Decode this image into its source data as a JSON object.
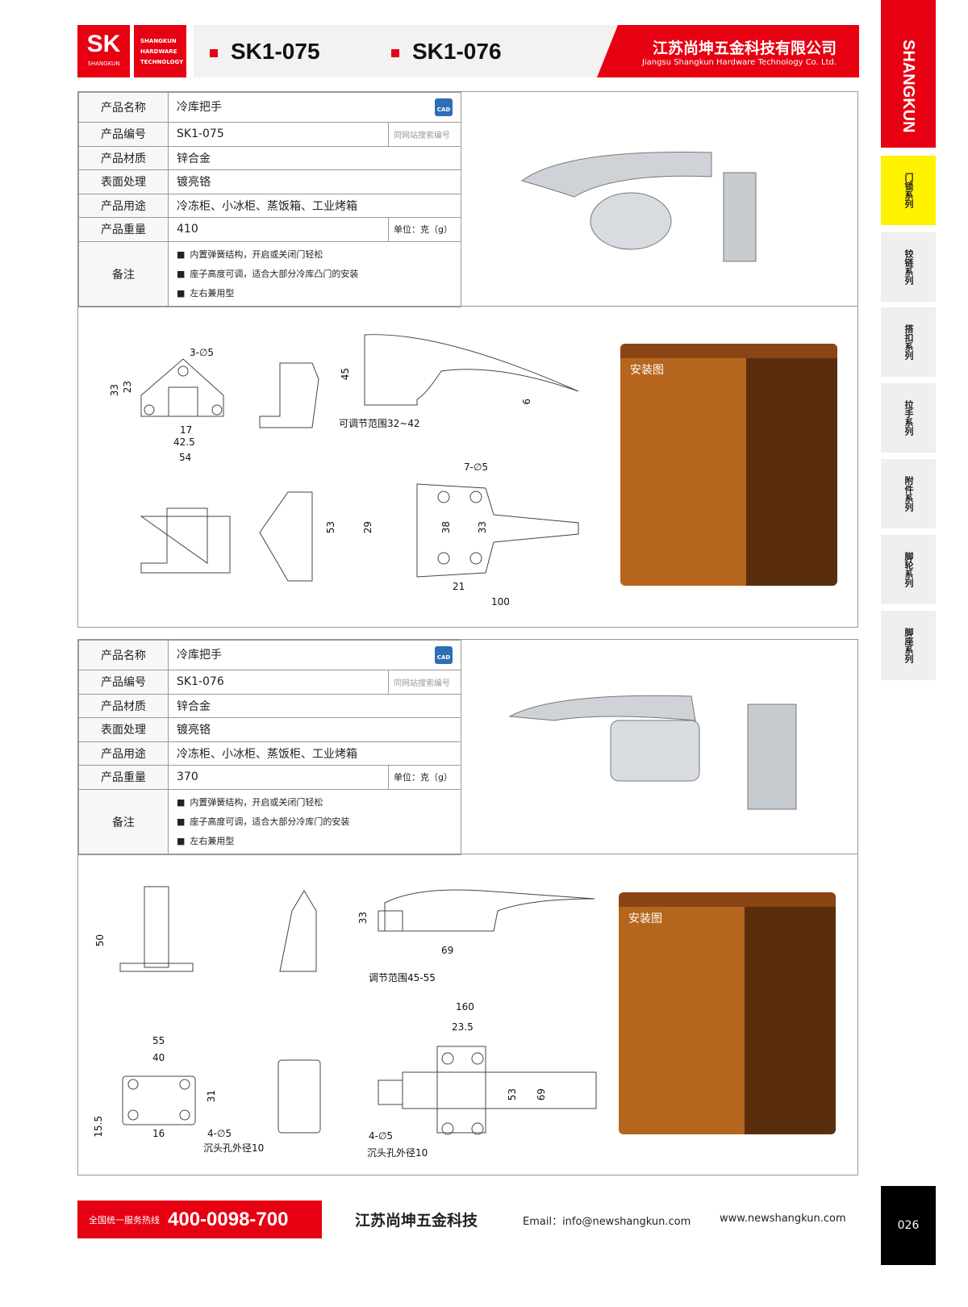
{
  "header": {
    "logo_mark": "SK",
    "logo_sub": "SHANGKUN",
    "logo_lines": [
      "SHANGKUN",
      "HARDWARE",
      "TECHNOLOGY"
    ],
    "models": [
      "SK1-075",
      "SK1-076"
    ],
    "company_cn": "江苏尚坤五金科技有限公司",
    "company_en": "Jiangsu Shangkun Hardware Technology Co. Ltd."
  },
  "sidebar": {
    "brand": "SHANGKUN",
    "tabs": [
      "门锁系列",
      "铰链系列",
      "搭扣系列",
      "拉手系列",
      "附件系列",
      "脚轮系列",
      "脚座系列"
    ],
    "active": 0
  },
  "colors": {
    "brand_red": "#e60012",
    "active_tab": "#fff200"
  },
  "products": [
    {
      "labels": [
        "产品名称",
        "产品编号",
        "产品材质",
        "表面处理",
        "产品用途",
        "产品重量",
        "备注"
      ],
      "name": "冷库把手",
      "code": "SK1-075",
      "code_note": "同网站搜索编号",
      "material": "锌合金",
      "finish": "镀亮铬",
      "usage": "冷冻柜、小冰柜、蒸饭箱、工业烤箱",
      "weight": "410",
      "unit": "单位：克（g）",
      "notes": [
        "内置弹簧结构，开启或关闭门轻松",
        "座子高度可调，适合大部分冷库凸门的安装",
        "左右兼用型"
      ],
      "cad": "CAD",
      "dims": [
        "3-∅5",
        "33",
        "23",
        "17",
        "42.5",
        "54",
        "45",
        "6",
        "可调节范围32~42",
        "7-∅5",
        "53",
        "29",
        "38",
        "33",
        "21",
        "100"
      ],
      "install_label": "安装图"
    },
    {
      "labels": [
        "产品名称",
        "产品编号",
        "产品材质",
        "表面处理",
        "产品用途",
        "产品重量",
        "备注"
      ],
      "name": "冷库把手",
      "code": "SK1-076",
      "code_note": "同网站搜索编号",
      "material": "锌合金",
      "finish": "镀亮铬",
      "usage": "冷冻柜、小冰柜、蒸饭柜、工业烤箱",
      "weight": "370",
      "unit": "单位：克（g）",
      "notes": [
        "内置弹簧结构，开启或关闭门轻松",
        "座子高度可调，适合大部分冷库门的安装",
        "左右兼用型"
      ],
      "cad": "CAD",
      "dims": [
        "50",
        "33",
        "69",
        "调节范围45-55",
        "55",
        "40",
        "31",
        "15.5",
        "16",
        "4-∅5",
        "沉头孔外径10",
        "160",
        "23.5",
        "53",
        "69",
        "4-∅5",
        "沉头孔外径10"
      ],
      "install_label": "安装图"
    }
  ],
  "footer": {
    "hotline_label": "全国统一服务热线",
    "hotline": "400-0098-700",
    "company": "江苏尚坤五金科技",
    "email": "Email：info@newshangkun.com",
    "website": "www.newshangkun.com",
    "page": "026"
  }
}
